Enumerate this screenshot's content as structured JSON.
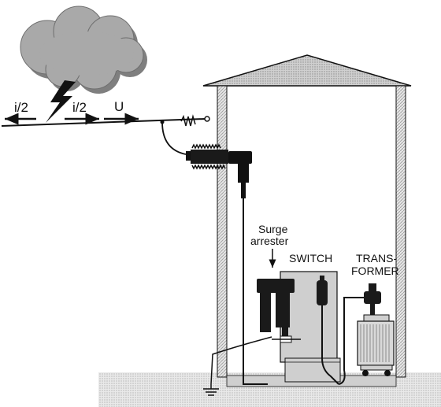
{
  "labels": {
    "current_left": "i/2",
    "current_right": "i/2",
    "voltage": "U",
    "surge_line1": "Surge",
    "surge_line2": "arrester",
    "switch": "SWITCH",
    "transformer_line1": "TRANS-",
    "transformer_line2": "FORMER"
  },
  "colors": {
    "cloud": "#a9a9a9",
    "cloud_shadow": "#7f7f7f",
    "wall_hatch": "#bdbdbd",
    "ground": "#d6d6d6",
    "switch_body": "#cfcfcf",
    "transformer_body": "#d9d9d9",
    "equipment": "#1a1a1a"
  }
}
